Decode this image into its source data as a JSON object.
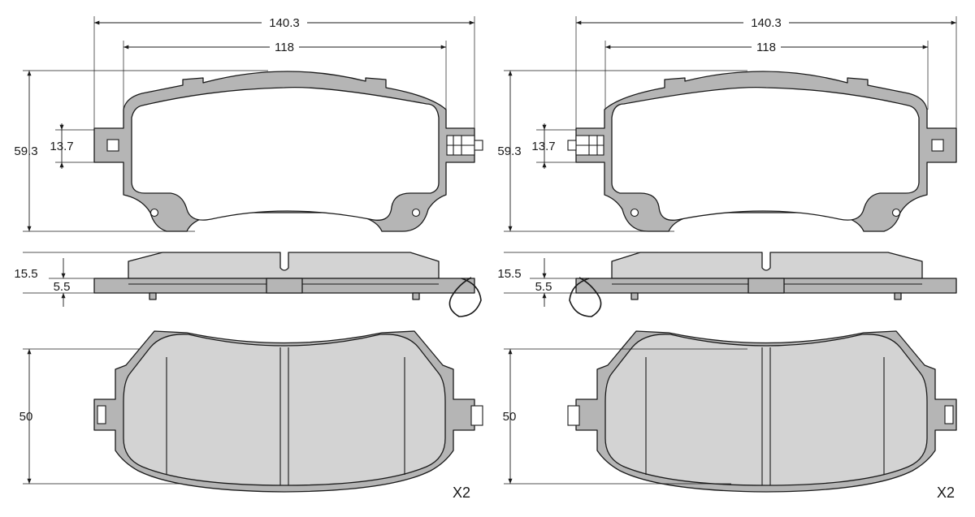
{
  "pads": [
    {
      "id": "left",
      "overall_width": "140.3",
      "hole_spacing": "118",
      "height": "59.3",
      "ear_height": "13.7",
      "total_thickness": "15.5",
      "backplate_thickness": "5.5",
      "friction_height": "50",
      "quantity": "X2"
    },
    {
      "id": "right",
      "overall_width": "140.3",
      "hole_spacing": "118",
      "height": "59.3",
      "ear_height": "13.7",
      "total_thickness": "15.5",
      "backplate_thickness": "5.5",
      "friction_height": "50",
      "quantity": "X2"
    }
  ],
  "colors": {
    "backplate": "#b5b5b5",
    "friction": "#d3d3d3",
    "lines": "#1a1a1a"
  }
}
